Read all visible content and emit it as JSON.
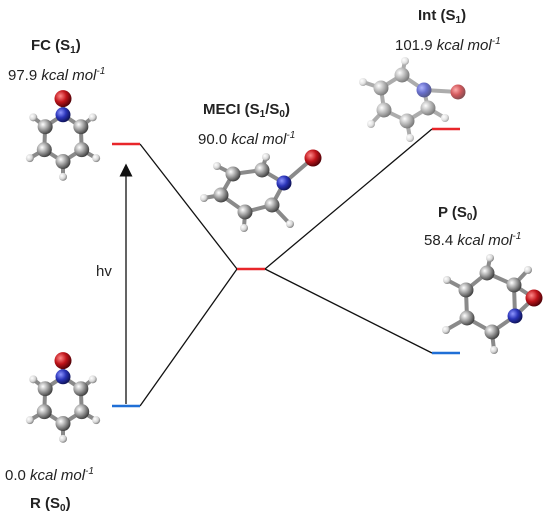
{
  "states": {
    "fc": {
      "name": "FC",
      "state_open": " (S",
      "state_idx": "1",
      "state_close": ")",
      "energy": "97.9",
      "unit_main": "kcal mol",
      "unit_exp": "-1",
      "level_color": "#e8262a"
    },
    "meci": {
      "name": "MECI",
      "state_open": " (S",
      "state_idx": "1",
      "state_mid": "/S",
      "state_idx2": "0",
      "state_close": ")",
      "energy": "90.0",
      "unit_main": "kcal mol",
      "unit_exp": "-1",
      "level_color": "#e8262a"
    },
    "int": {
      "name": "Int",
      "state_open": " (S",
      "state_idx": "1",
      "state_close": ")",
      "energy": "101.9",
      "unit_main": "kcal mol",
      "unit_exp": "-1",
      "level_color": "#e8262a"
    },
    "p": {
      "name": "P",
      "state_open": " (S",
      "state_idx": "0",
      "state_close": ")",
      "energy": "58.4",
      "unit_main": "kcal mol",
      "unit_exp": "-1",
      "level_color": "#1f6fd6"
    },
    "r": {
      "name": "R",
      "state_open": " (S",
      "state_idx": "0",
      "state_close": ")",
      "energy": "0.0",
      "unit_main": "kcal mol",
      "unit_exp": "-1",
      "level_color": "#1f6fd6"
    }
  },
  "excitation_label": "hv",
  "atom_colors": {
    "carbon": "#9a9a9a",
    "nitrogen": "#2a34b8",
    "oxygen": "#c0141a",
    "hydrogen": "#e6e6e6"
  }
}
